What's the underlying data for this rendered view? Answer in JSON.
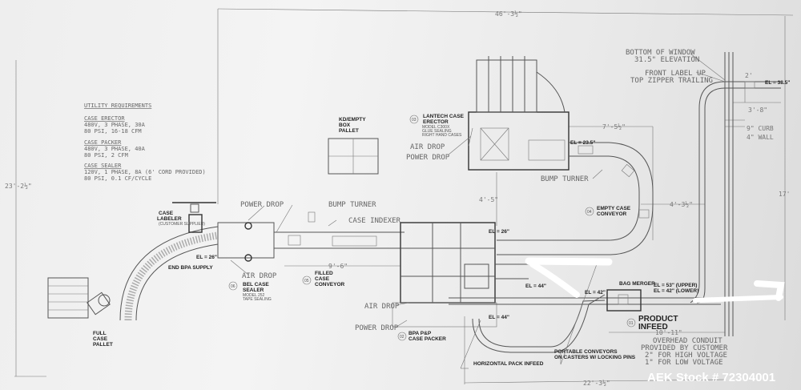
{
  "dimensions": {
    "overall_width": "46'-3½\"",
    "overall_height": "23'-2½\"",
    "erector_offset": "7'-5½\"",
    "erector_gap": "4'-5\"",
    "conveyor_gap": "4'-3½\"",
    "filled_conveyor": "9'-6\"",
    "infeed_length": "10'-11\"",
    "bottom_width": "22'-3½\"",
    "right_height": "17'",
    "window_offset": "2'",
    "wall_offset": "3'-8\"",
    "curb": "9\" CURB",
    "wall": "4\" WALL"
  },
  "utility_requirements": {
    "title": "UTILITY REQUIREMENTS",
    "items": [
      {
        "name": "CASE ERECTOR",
        "line1": "480V, 3 PHASE, 30A",
        "line2": "80 PSI, 16-18 CFM"
      },
      {
        "name": "CASE PACKER",
        "line1": "480V, 3 PHASE, 40A",
        "line2": "80 PSI, 2 CFM"
      },
      {
        "name": "CASE SEALER",
        "line1": "120V, 1 PHASE, 8A (6' CORD PROVIDED)",
        "line2": "80 PSI, 0.1 CF/CYCLE"
      }
    ]
  },
  "notes": {
    "window": [
      "BOTTOM OF WINDOW",
      "31.5\" ELEVATION"
    ],
    "label": [
      "FRONT LABEL UP",
      "TOP ZIPPER TRAILING"
    ],
    "conduit": [
      "OVERHEAD CONDUIT",
      "PROVIDED BY CUSTOMER",
      "2\" FOR HIGH VOLTAGE",
      "1\" FOR LOW VOLTAGE"
    ]
  },
  "stations": [
    {
      "number": "01",
      "name": [
        "PRODUCT",
        "INFEED"
      ]
    },
    {
      "number": "02",
      "name": [
        "BPA P&P",
        "CASE PACKER"
      ]
    },
    {
      "number": "03",
      "name": [
        "LANTECH CASE",
        "ERECTOR"
      ],
      "sub": [
        "MODEL C300X",
        "GLUE SEALING",
        "RIGHT HAND CASES"
      ]
    },
    {
      "number": "04",
      "name": [
        "EMPTY CASE",
        "CONVEYOR"
      ]
    },
    {
      "number": "05",
      "name": [
        "FILLED",
        "CASE",
        "CONVEYOR"
      ]
    },
    {
      "number": "06",
      "name": [
        "BEL CASE",
        "SEALER"
      ],
      "sub": [
        "MODEL 252",
        "TAPE SEALING"
      ]
    }
  ],
  "labels": {
    "air_drop": "AIR DROP",
    "power_drop": "POWER DROP",
    "bump_turner": "BUMP TURNER",
    "case_indexer": "CASE INDEXER",
    "case_labeler": [
      "CASE",
      "LABELER"
    ],
    "labeler_note": "(CUSTOMER SUPPLIED)",
    "end_bpa_supply": "END BPA SUPPLY",
    "kd_pallet": [
      "KD/EMPTY",
      "BOX",
      "PALLET"
    ],
    "full_pallet": [
      "FULL",
      "CASE",
      "PALLET"
    ],
    "bag_merger": "BAG MERGER",
    "horizontal_pack_infeed": "HORIZONTAL PACK INFEED",
    "portable_conveyors": [
      "PORTABLE CONVEYORS",
      "ON CASTERS W/ LOCKING PINS"
    ]
  },
  "elevations": {
    "labeler": "EL = 26\"",
    "erector": "EL = 23.5\"",
    "indexer": "EL = 26\"",
    "packer_out": "EL = 44\"",
    "packer_in": "EL = 44\"",
    "merger_in": "EL = 42\"",
    "upper": "EL = 53\" (UPPER)",
    "lower": "EL = 42\" (LOWER)",
    "window": "EL = 38.5\""
  },
  "watermark": "AEK Stock # 72304001"
}
